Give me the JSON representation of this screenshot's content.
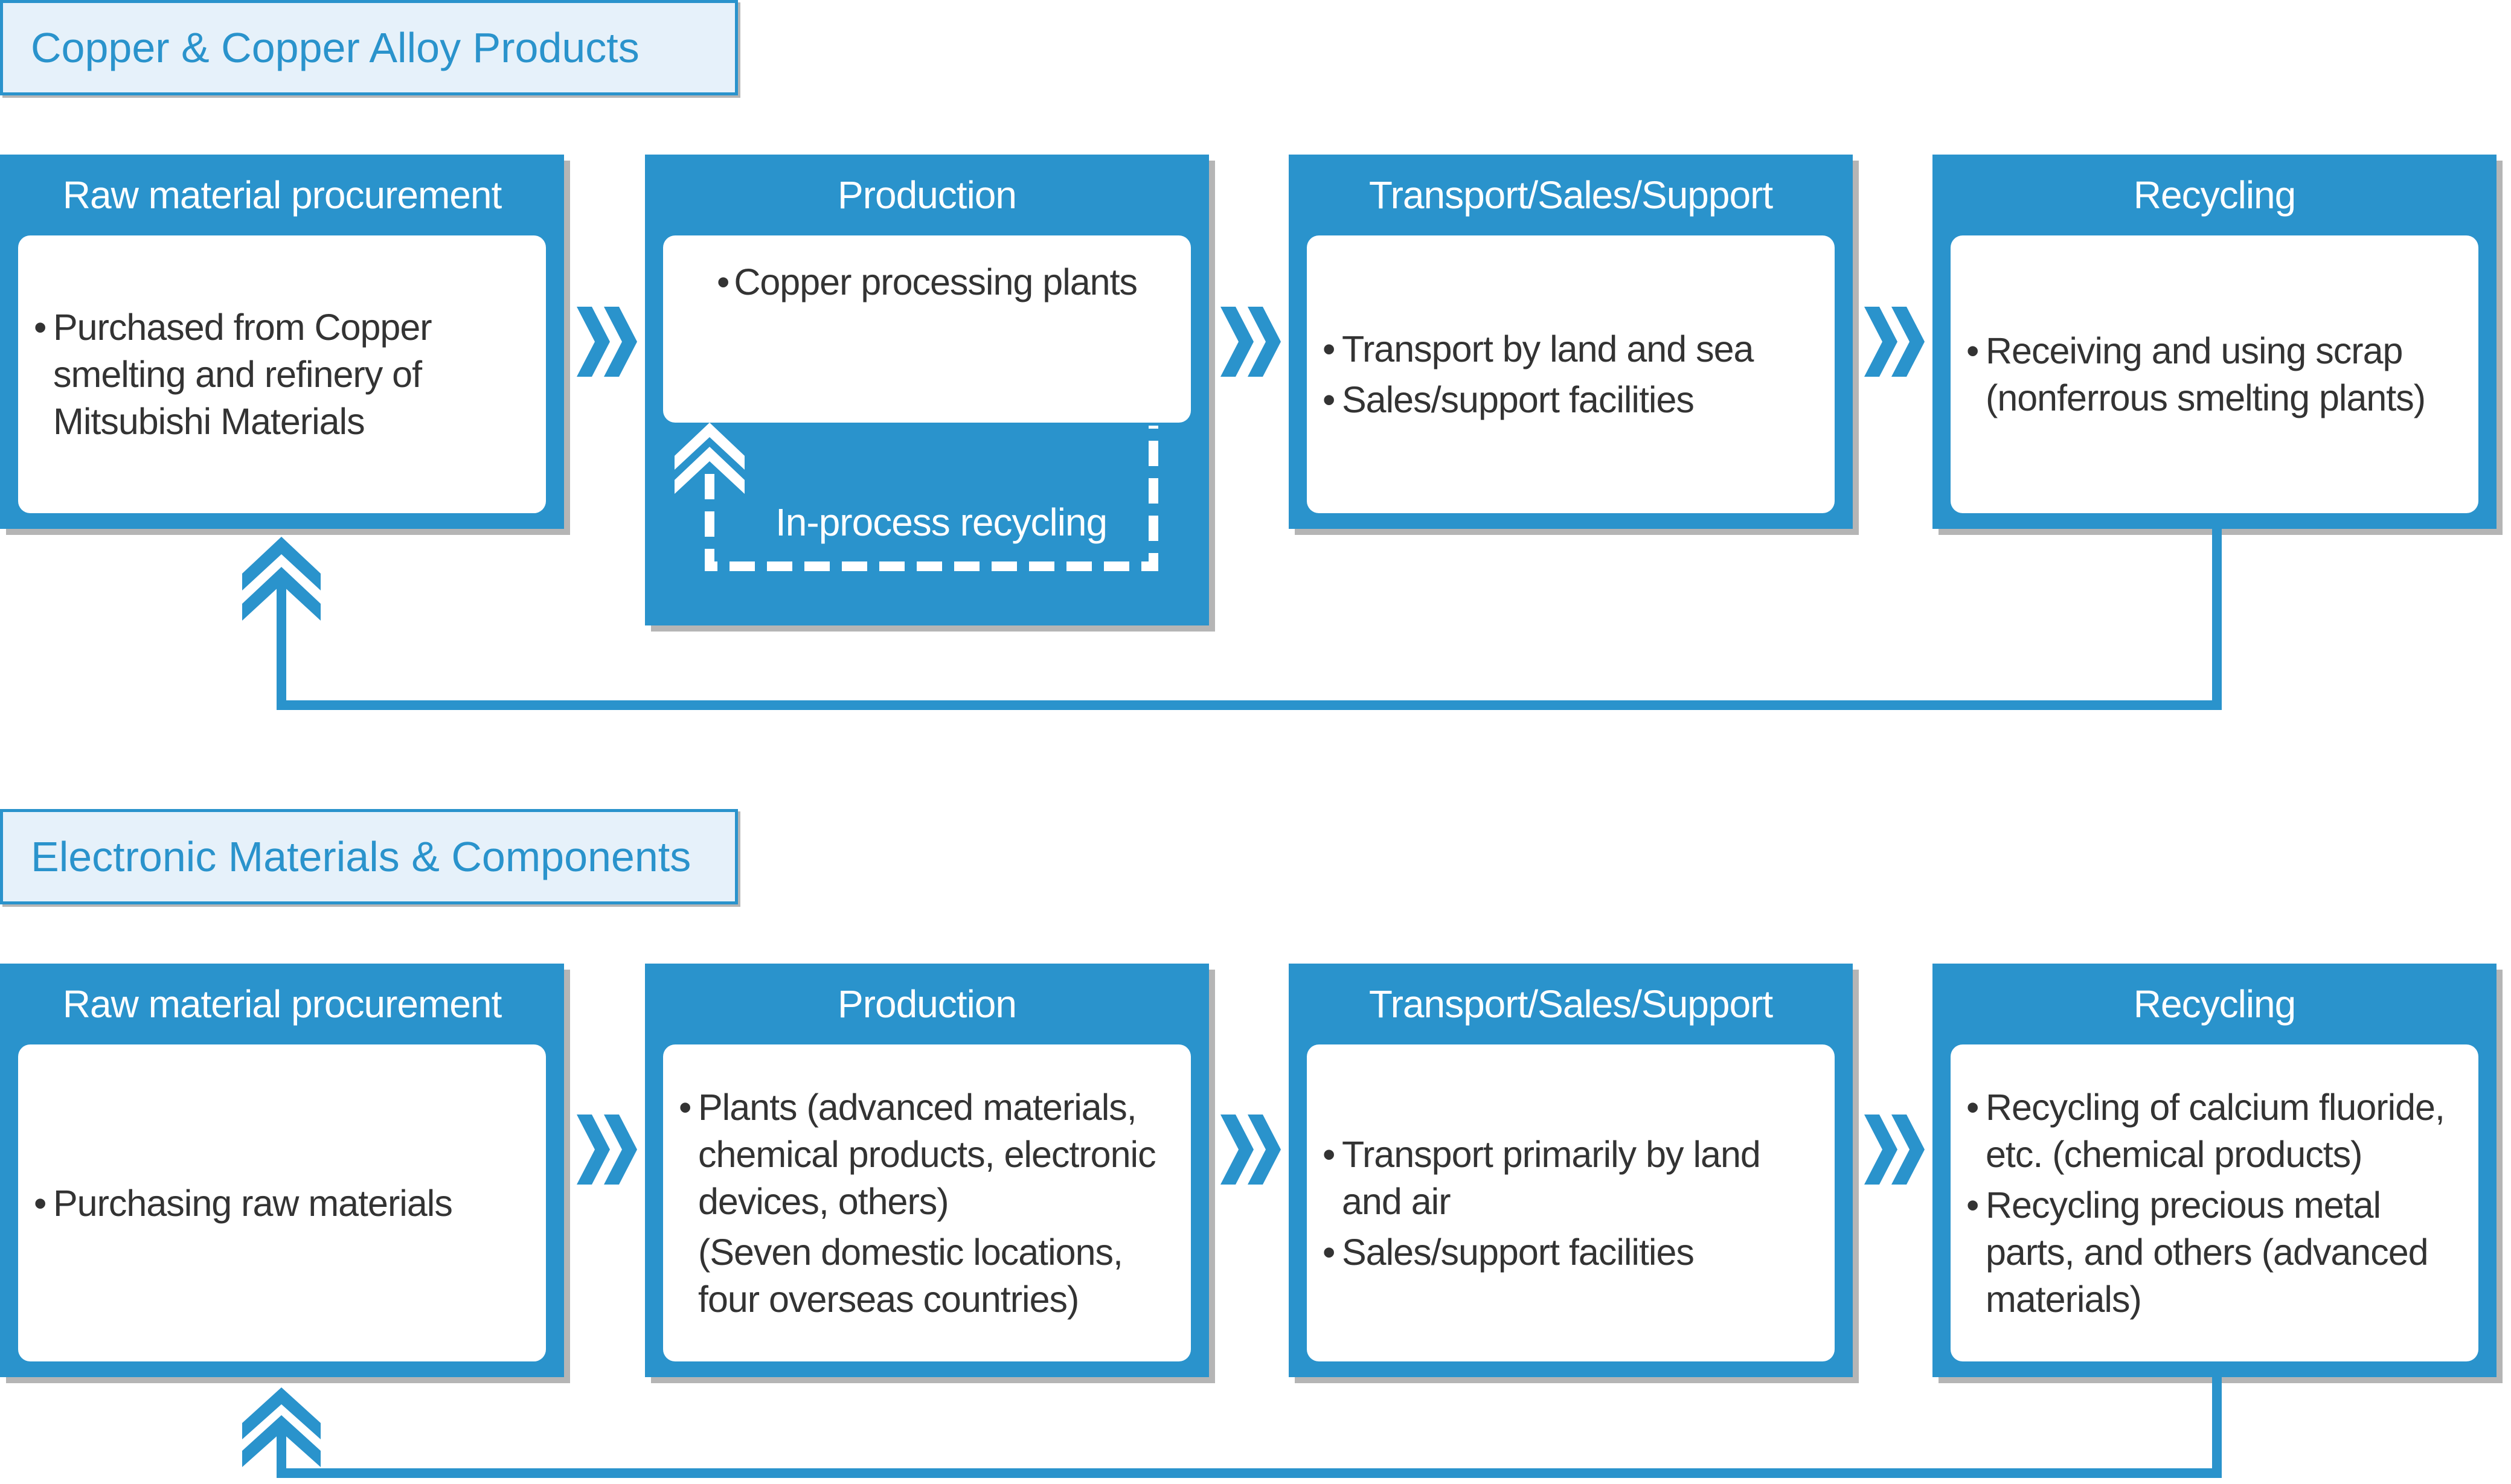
{
  "sections": [
    {
      "title": "Copper & Copper Alloy Products",
      "stages": [
        {
          "title": "Raw material procurement",
          "items": [
            "Purchased from Copper smelting and refinery of Mitsubishi Materials"
          ]
        },
        {
          "title": "Production",
          "items": [
            "Copper processing plants"
          ],
          "in_process_label": "In-process recycling"
        },
        {
          "title": "Transport/Sales/Support",
          "items": [
            "Transport by land and sea",
            "Sales/support facilities"
          ]
        },
        {
          "title": "Recycling",
          "items": [
            "Receiving and using scrap (nonferrous smelting plants)"
          ]
        }
      ]
    },
    {
      "title": "Electronic Materials & Components",
      "stages": [
        {
          "title": "Raw material procurement",
          "items": [
            "Purchasing raw materials"
          ]
        },
        {
          "title": "Production",
          "items": [
            "Plants (advanced materials, chemical products, electronic devices, others)",
            "(Seven domestic locations, four overseas countries)"
          ]
        },
        {
          "title": "Transport/Sales/Support",
          "items": [
            "Transport primarily by land and air",
            "Sales/support facilities"
          ]
        },
        {
          "title": "Recycling",
          "items": [
            "Recycling of calcium fluoride, etc. (chemical products)",
            "Recycling precious metal parts, and others (advanced materials)"
          ]
        }
      ]
    }
  ],
  "colors": {
    "accent": "#2a93cc",
    "title_bg": "#e6f1fa",
    "shadow": "#b5b5b5",
    "text": "#333333"
  },
  "icons": {
    "flow_arrow": "double-chevron-right-icon",
    "return_arrow": "double-chevron-up-icon"
  }
}
